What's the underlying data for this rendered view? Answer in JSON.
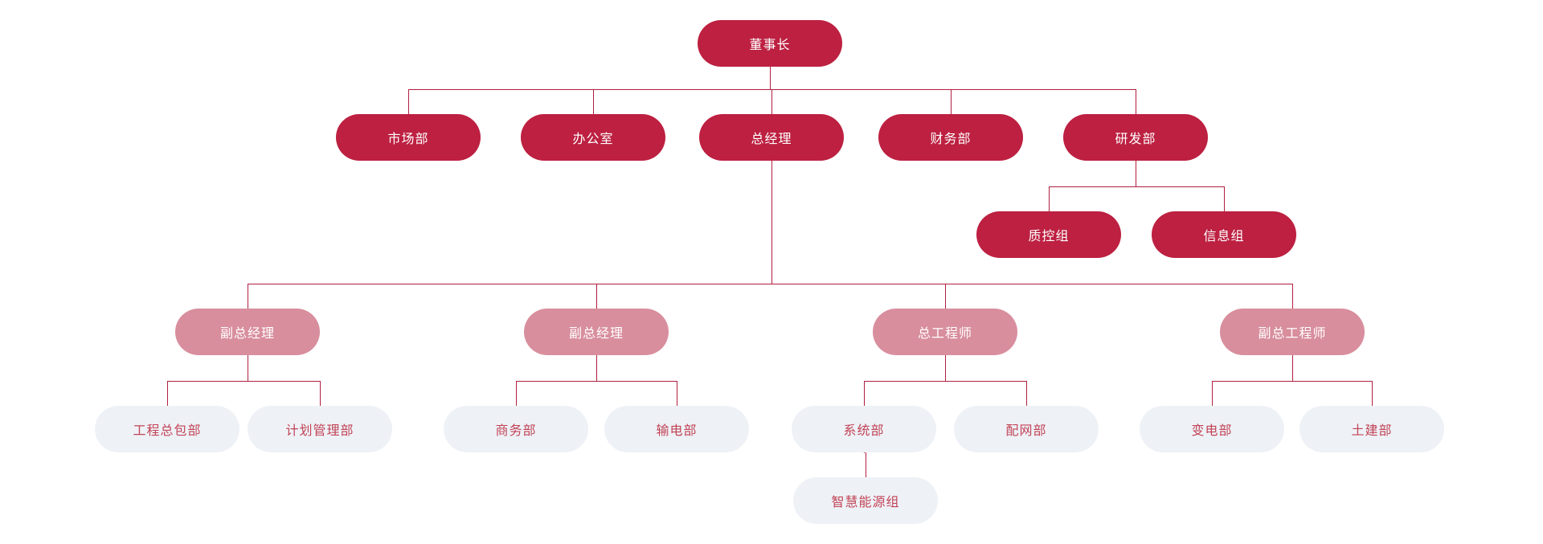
{
  "org_chart": {
    "colors": {
      "dark_pill": "#bd2041",
      "pink_pill": "#d88e9d",
      "light_pill": "#eef2f7",
      "light_pill_text": "#c24356",
      "connector_line": "#b01f3f",
      "pill_text": "#ffffff",
      "background": "#ffffff"
    },
    "nodes": [
      {
        "id": "chairman",
        "label": "董事长",
        "style": "dark",
        "parent": null
      },
      {
        "id": "marketing-dept",
        "label": "市场部",
        "style": "dark",
        "parent": "chairman"
      },
      {
        "id": "office",
        "label": "办公室",
        "style": "dark",
        "parent": "chairman"
      },
      {
        "id": "general-manager",
        "label": "总经理",
        "style": "dark",
        "parent": "chairman"
      },
      {
        "id": "finance-dept",
        "label": "财务部",
        "style": "dark",
        "parent": "chairman"
      },
      {
        "id": "rnd-dept",
        "label": "研发部",
        "style": "dark",
        "parent": "chairman"
      },
      {
        "id": "quality-control-group",
        "label": "质控组",
        "style": "dark",
        "parent": "rnd-dept"
      },
      {
        "id": "information-group",
        "label": "信息组",
        "style": "dark",
        "parent": "rnd-dept"
      },
      {
        "id": "deputy-gm-1",
        "label": "副总经理",
        "style": "pink",
        "parent": "general-manager"
      },
      {
        "id": "deputy-gm-2",
        "label": "副总经理",
        "style": "pink",
        "parent": "general-manager"
      },
      {
        "id": "chief-engineer",
        "label": "总工程师",
        "style": "pink",
        "parent": "general-manager"
      },
      {
        "id": "deputy-chief-engineer",
        "label": "副总工程师",
        "style": "pink",
        "parent": "general-manager"
      },
      {
        "id": "epc-dept",
        "label": "工程总包部",
        "style": "light",
        "parent": "deputy-gm-1"
      },
      {
        "id": "planning-management-dept",
        "label": "计划管理部",
        "style": "light",
        "parent": "deputy-gm-1"
      },
      {
        "id": "commerce-dept",
        "label": "商务部",
        "style": "light",
        "parent": "deputy-gm-2"
      },
      {
        "id": "power-transmission-dept",
        "label": "输电部",
        "style": "light",
        "parent": "deputy-gm-2"
      },
      {
        "id": "system-dept",
        "label": "系统部",
        "style": "light",
        "parent": "chief-engineer"
      },
      {
        "id": "distribution-network-dept",
        "label": "配网部",
        "style": "light",
        "parent": "chief-engineer"
      },
      {
        "id": "substation-dept",
        "label": "变电部",
        "style": "light",
        "parent": "deputy-chief-engineer"
      },
      {
        "id": "civil-engineering-dept",
        "label": "土建部",
        "style": "light",
        "parent": "deputy-chief-engineer"
      },
      {
        "id": "smart-energy-group",
        "label": "智慧能源组",
        "style": "light",
        "parent": "system-dept"
      }
    ]
  }
}
